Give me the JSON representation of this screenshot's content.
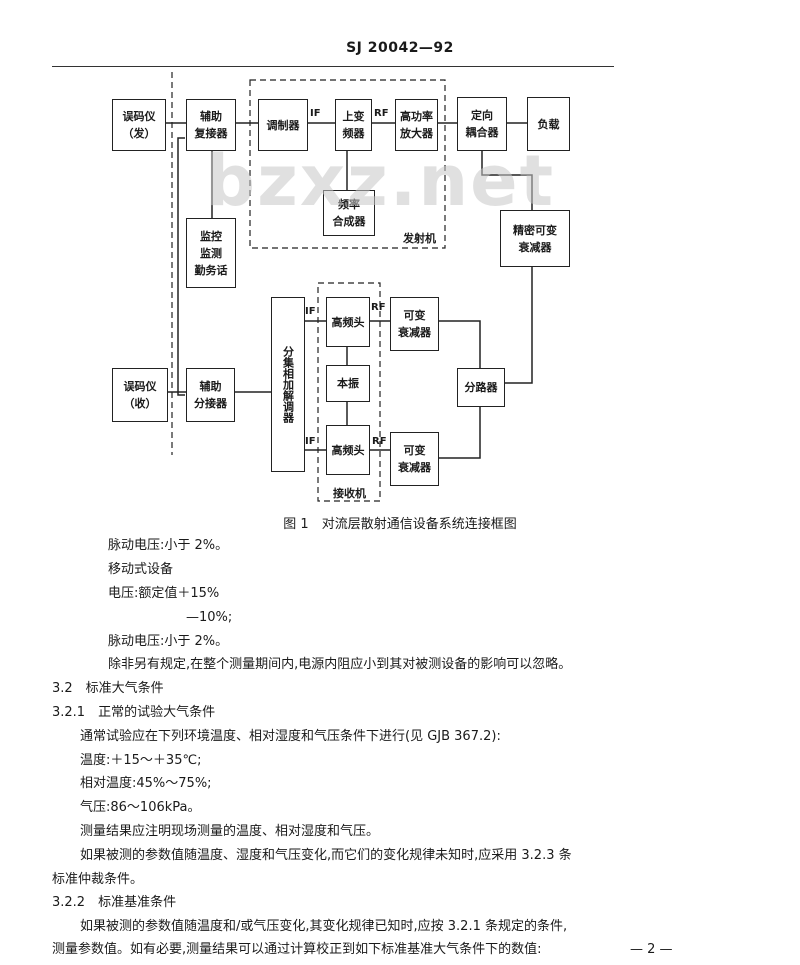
{
  "header": {
    "doc_id": "SJ 20042—92"
  },
  "watermark": "bzxz.net",
  "figure": {
    "boxes": {
      "ber_tx": "误码仪\n（发）",
      "aux_mux": "辅助\n复接器",
      "modulator": "调制器",
      "upconv": "上变\n频器",
      "hpa": "高功率\n放大器",
      "coupler": "定向\n耦合器",
      "load": "负载",
      "synth": "频率\n合成器",
      "monitor": "监控\n监测\n勤务话",
      "prec_att": "精密可变\n衰减器",
      "diversity": "分集相加解调器",
      "hf1": "高频头",
      "lo": "本振",
      "hf2": "高频头",
      "var_att1": "可变\n衰减器",
      "var_att2": "可变\n衰减器",
      "splitter": "分路器",
      "ber_rx": "误码仪\n（收）",
      "aux_demux": "辅助\n分接器"
    },
    "labels": {
      "if1": "IF",
      "rf1": "RF",
      "if2": "IF",
      "rf2": "RF",
      "if3": "IF",
      "rf3": "RF",
      "transmitter": "发射机",
      "receiver": "接收机"
    },
    "caption": "图 1　对流层散射通信设备系统连接框图"
  },
  "body": {
    "lines": [
      "脉动电压:小于 2%。",
      "移动式设备",
      "电压:额定值＋15%",
      "—10%;",
      "脉动电压:小于 2%。",
      "除非另有规定,在整个测量期间内,电源内阻应小到其对被测设备的影响可以忽略。",
      "3.2　标准大气条件",
      "3.2.1　正常的试验大气条件",
      "通常试验应在下列环境温度、相对湿度和气压条件下进行(见 GJB 367.2):",
      "温度:＋15～＋35℃;",
      "相对温度:45%～75%;",
      "气压:86～106kPa。",
      "测量结果应注明现场测量的温度、相对湿度和气压。",
      "如果被测的参数值随温度、湿度和气压变化,而它们的变化规律未知时,应采用 3.2.3 条",
      "标准仲裁条件。",
      "3.2.2　标准基准条件",
      "如果被测的参数值随温度和/或气压变化,其变化规律已知时,应按 3.2.1 条规定的条件,",
      "测量参数值。如有必要,测量结果可以通过计算校正到如下标准基准大气条件下的数值:"
    ],
    "page_number": "— 2 —"
  }
}
